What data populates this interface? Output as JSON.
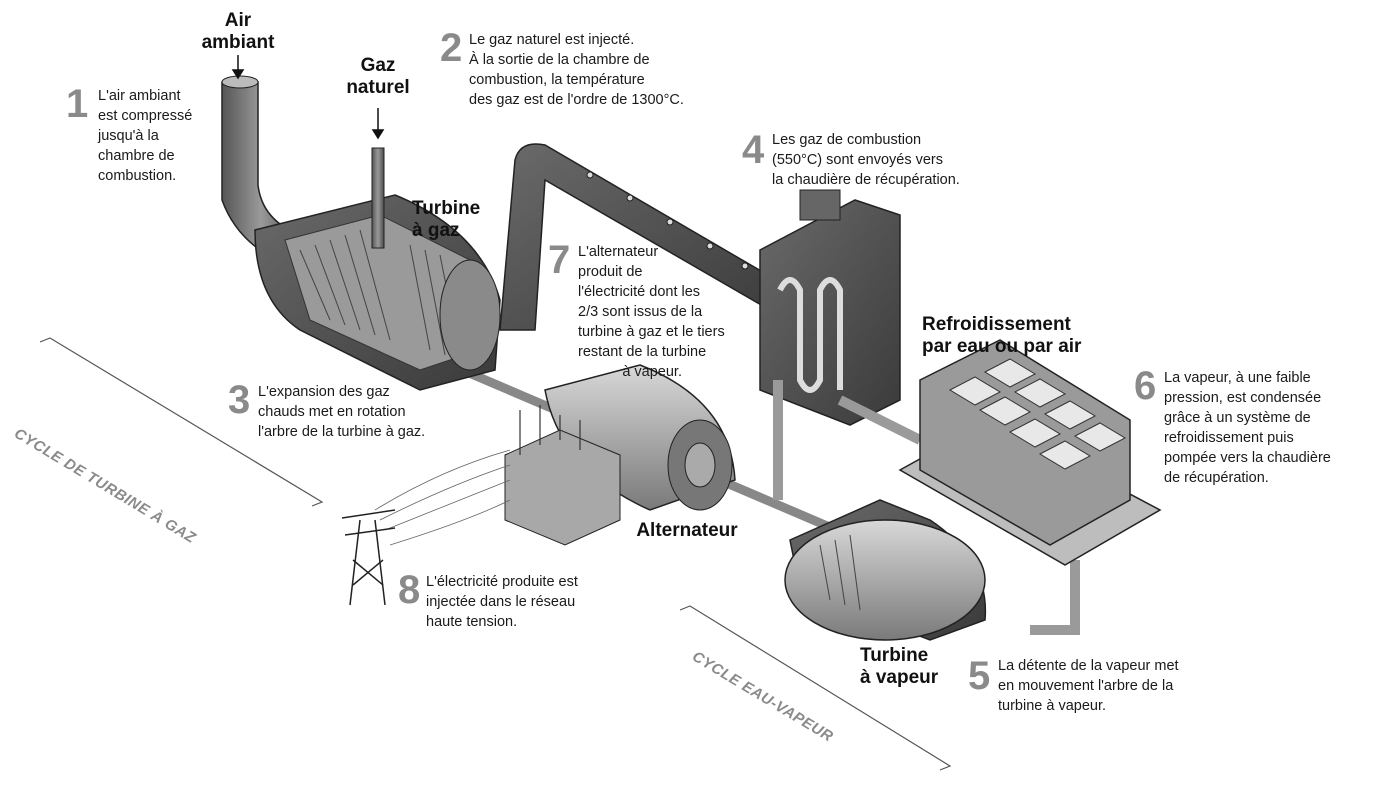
{
  "labels": {
    "air": "Air\nambiant",
    "gaz": "Gaz\nnaturel",
    "turbine_gaz": "Turbine\nà gaz",
    "refroidissement": "Refroidissement\npar eau ou par air",
    "alternateur": "Alternateur",
    "turbine_vapeur": "Turbine\nà vapeur"
  },
  "steps": [
    {
      "n": "1",
      "text": "L'air ambiant\nest compressé\njusqu'à la\nchambre de\ncombustion."
    },
    {
      "n": "2",
      "text": "Le gaz naturel est injecté.\nÀ la sortie de la chambre de\ncombustion, la température\ndes gaz est de l'ordre de 1300°C."
    },
    {
      "n": "3",
      "text": "L'expansion des gaz\nchauds met en rotation\nl'arbre de la turbine à gaz."
    },
    {
      "n": "4",
      "text": "Les gaz de combustion\n(550°C) sont envoyés vers\nla chaudière de récupération."
    },
    {
      "n": "5",
      "text": "La détente de la vapeur met\nen mouvement l'arbre de la\nturbine à vapeur."
    },
    {
      "n": "6",
      "text": "La vapeur, à une faible\npression, est condensée\ngrâce à un système de\nrefroidissement puis\npompée vers la chaudière\nde récupération."
    },
    {
      "n": "7",
      "text": "L'alternateur\nproduit de\nl'électricité dont les\n2/3 sont issus de la\nturbine à gaz et le tiers\nrestant de la turbine\n           à vapeur."
    },
    {
      "n": "8",
      "text": "L'électricité produite est\ninjectée dans le réseau\nhaute tension."
    }
  ],
  "cycles": {
    "gas": "CYCLE DE TURBINE À GAZ",
    "steam": "CYCLE EAU-VAPEUR"
  }
}
